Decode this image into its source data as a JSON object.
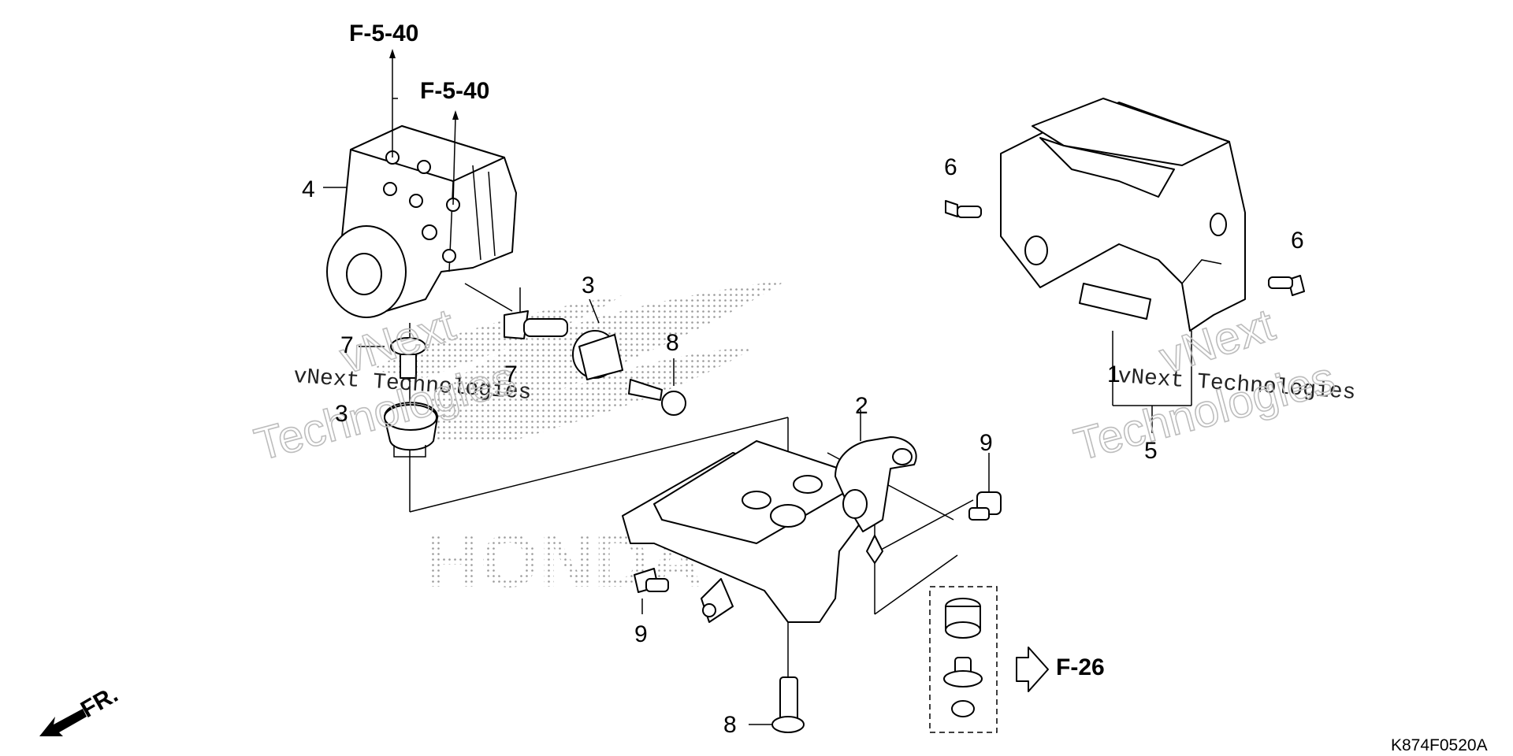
{
  "diagram": {
    "callouts": [
      {
        "id": "c1",
        "label": "1"
      },
      {
        "id": "c2",
        "label": "2"
      },
      {
        "id": "c3a",
        "label": "3"
      },
      {
        "id": "c3b",
        "label": "3"
      },
      {
        "id": "c4",
        "label": "4"
      },
      {
        "id": "c5",
        "label": "5"
      },
      {
        "id": "c6a",
        "label": "6"
      },
      {
        "id": "c6b",
        "label": "6"
      },
      {
        "id": "c7a",
        "label": "7"
      },
      {
        "id": "c7b",
        "label": "7"
      },
      {
        "id": "c8a",
        "label": "8"
      },
      {
        "id": "c8b",
        "label": "8"
      },
      {
        "id": "c9a",
        "label": "9"
      },
      {
        "id": "c9b",
        "label": "9"
      }
    ],
    "references": [
      {
        "id": "ref1",
        "label": "F-5-40"
      },
      {
        "id": "ref2",
        "label": "F-5-40"
      },
      {
        "id": "ref3",
        "label": "F-26"
      }
    ],
    "front_indicator": "FR.",
    "drawing_code": "K874F0520A",
    "watermarks": [
      {
        "id": "wm1",
        "line1": "vNext",
        "line2": "vNext Technologies",
        "line3": "Technologies"
      },
      {
        "id": "wm2",
        "line1": "vNext",
        "line2": "vNext Technologies",
        "line3": "Technologies"
      }
    ],
    "background_logo_text": "HONDA"
  }
}
